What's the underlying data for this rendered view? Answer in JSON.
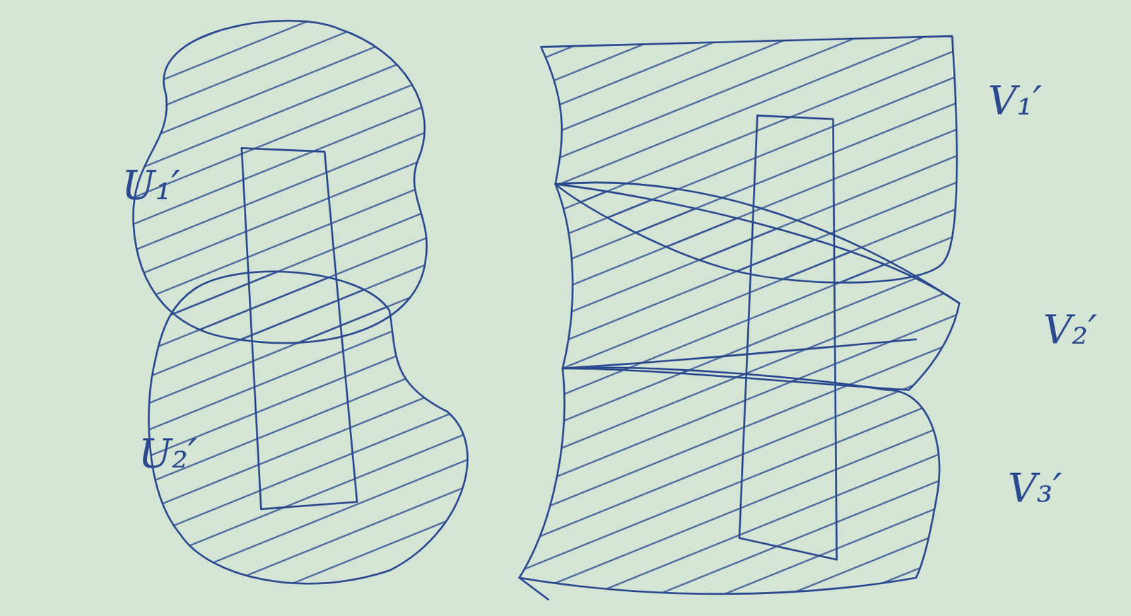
{
  "diagram": {
    "labels": [
      "U₁′",
      "U₂′",
      "V₁′",
      "V₂′",
      "V₃′"
    ]
  }
}
